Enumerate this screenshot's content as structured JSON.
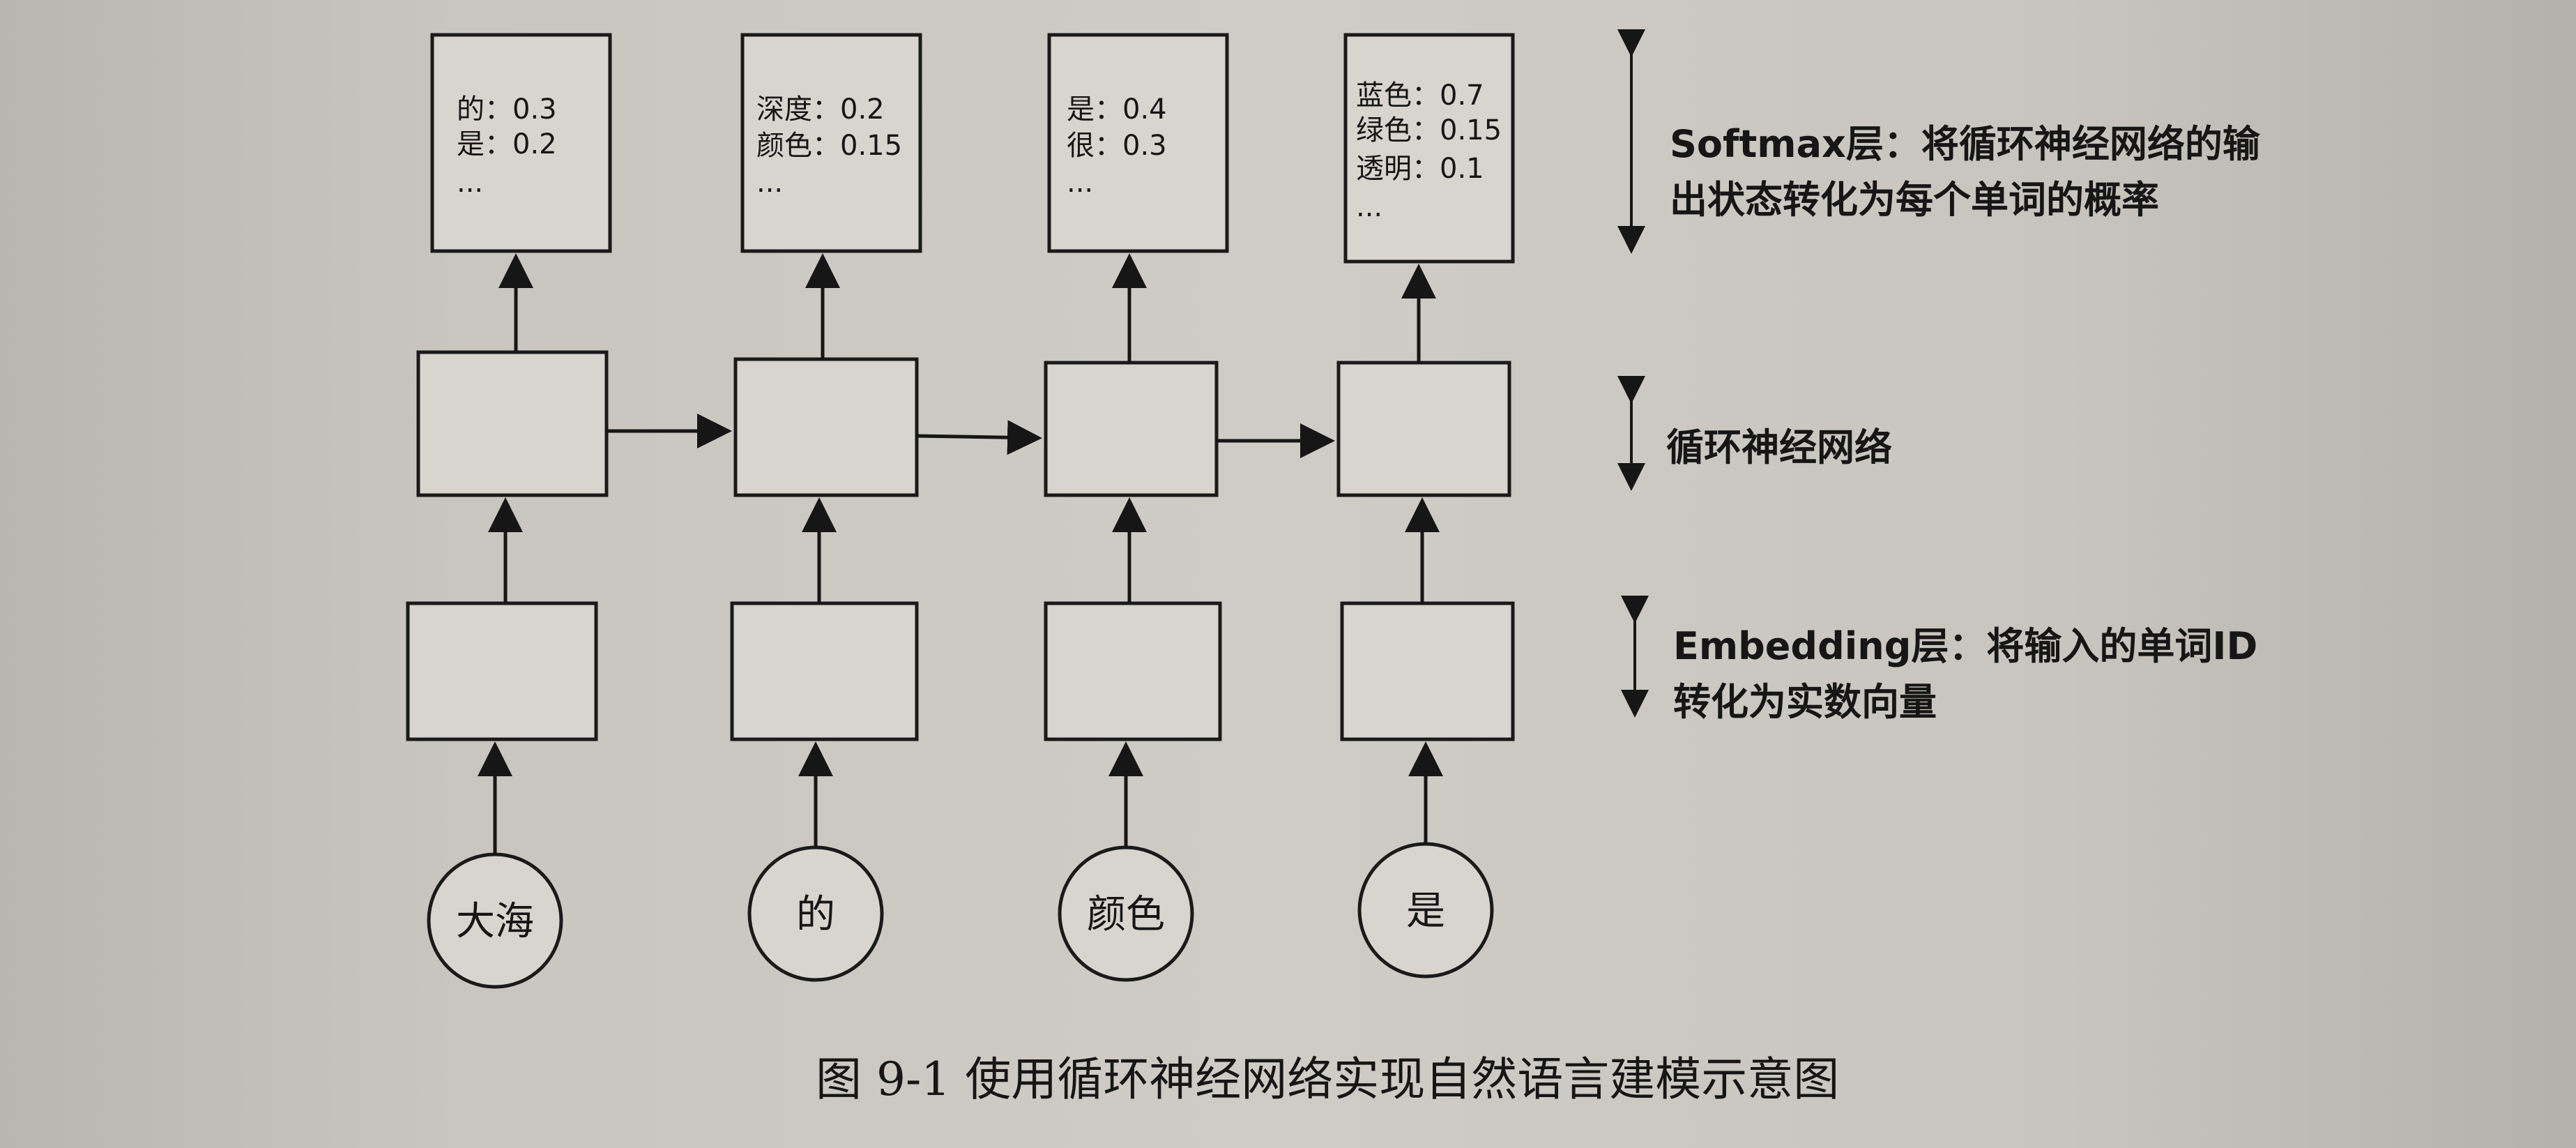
{
  "softmax_boxes": [
    {
      "lines": [
        "的：0.3",
        "是：0.2",
        "..."
      ]
    },
    {
      "lines": [
        "深度：0.2",
        "颜色：0.15",
        "..."
      ]
    },
    {
      "lines": [
        "是：0.4",
        "很：0.3",
        "..."
      ]
    },
    {
      "lines": [
        "蓝色：0.7",
        "绿色：0.15",
        "透明：0.1",
        "..."
      ]
    }
  ],
  "inputs": [
    "大海",
    "的",
    "颜色",
    "是"
  ],
  "annotations": {
    "softmax": [
      "Softmax层：将循环神经网络的输",
      "出状态转化为每个单词的概率"
    ],
    "rnn": [
      "循环神经网络"
    ],
    "embedding": [
      "Embedding层：将输入的单词ID",
      "转化为实数向量"
    ]
  },
  "caption": "图 9-1    使用循环神经网络实现自然语言建模示意图"
}
